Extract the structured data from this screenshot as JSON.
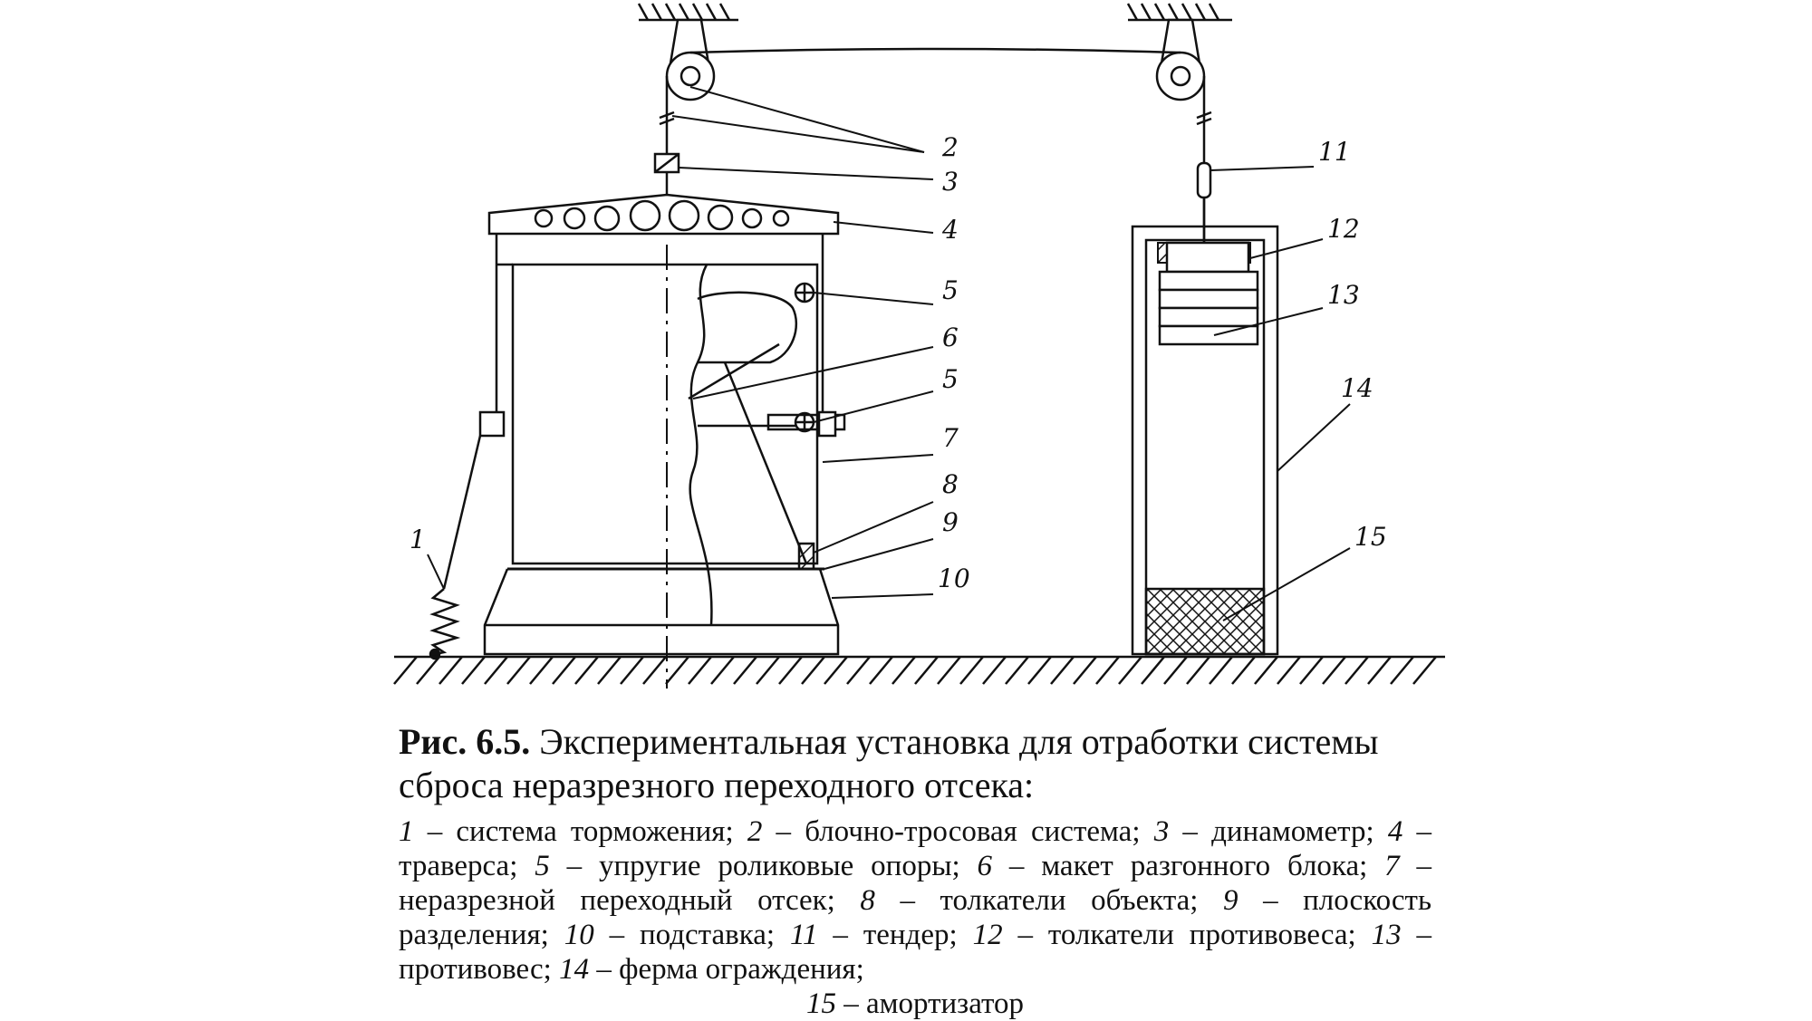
{
  "labels": [
    "1",
    "2",
    "3",
    "4",
    "5",
    "6",
    "5",
    "7",
    "8",
    "9",
    "10",
    "11",
    "12",
    "13",
    "14",
    "15"
  ],
  "caption": {
    "title_bold": "Рис. 6.5.",
    "title_text": " Экспериментальная установка для отработки системы сброса неразрезного переходного отсека:",
    "items": [
      {
        "num": "1",
        "sep": " – ",
        "text": "система торможения; "
      },
      {
        "num": "2",
        "sep": " – ",
        "text": "блочно-тросовая система; "
      },
      {
        "num": "3",
        "sep": " – ",
        "text": "динамометр; "
      },
      {
        "num": "4",
        "sep": " – ",
        "text": "траверса; "
      },
      {
        "num": "5",
        "sep": " – ",
        "text": "упругие роликовые опоры; "
      },
      {
        "num": "6",
        "sep": " – ",
        "text": "макет разгонного блока; "
      },
      {
        "num": "7",
        "sep": " – ",
        "text": "неразрезной переходный отсек; "
      },
      {
        "num": "8",
        "sep": " – ",
        "text": "толкатели объекта; "
      },
      {
        "num": "9",
        "sep": " – ",
        "text": "плоскость разделения; "
      },
      {
        "num": "10",
        "sep": " – ",
        "text": "подставка; "
      },
      {
        "num": "11",
        "sep": " – ",
        "text": "тендер; "
      },
      {
        "num": "12",
        "sep": " – ",
        "text": "толкатели противовеса; "
      },
      {
        "num": "13",
        "sep": " – ",
        "text": "противовес; "
      },
      {
        "num": "14",
        "sep": " – ",
        "text": "ферма ограждения;"
      }
    ],
    "last_item": {
      "num": "15",
      "sep": " – ",
      "text": "амортизатор"
    }
  }
}
